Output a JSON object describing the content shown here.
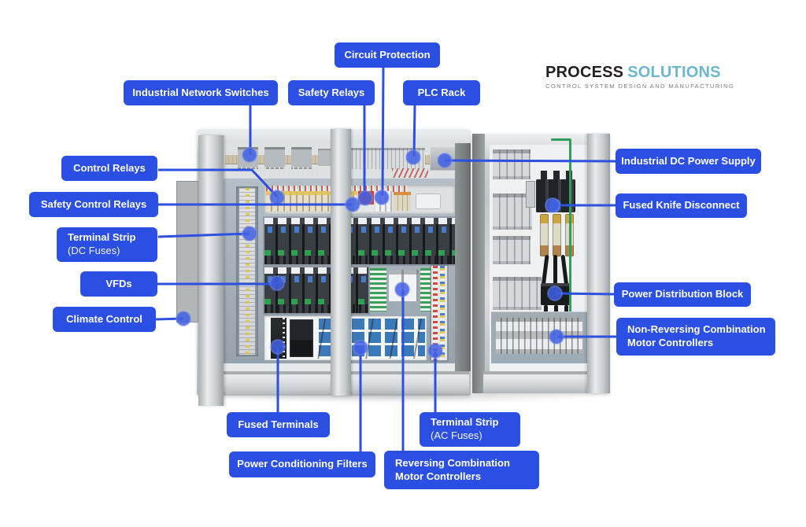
{
  "brand": {
    "name_part1": "PROCESS",
    "name_part2": "SOLUTIONS",
    "tagline": "CONTROL SYSTEM DESIGN AND MANUFACTURING"
  },
  "colors": {
    "label_blue": "#2B4FE2",
    "leader_line_blue": "#2E50E0",
    "dot_blue": "#4160E4",
    "brand_dark": "#231F20",
    "brand_light_blue": "#6CB7CF",
    "tagline_gray": "#7D7F82"
  },
  "labels": {
    "circuit_protection": {
      "text": "Circuit Protection"
    },
    "industrial_network_switches": {
      "text": "Industrial Network Switches"
    },
    "safety_relays": {
      "text": "Safety Relays"
    },
    "plc_rack": {
      "text": "PLC Rack"
    },
    "control_relays": {
      "text": "Control Relays"
    },
    "safety_control_relays": {
      "text": "Safety Control Relays"
    },
    "terminal_strip_dc": {
      "text": "Terminal Strip",
      "subtext": "(DC Fuses)"
    },
    "vfds": {
      "text": "VFDs"
    },
    "climate_control": {
      "text": "Climate Control"
    },
    "industrial_dc_power_supply": {
      "text": "Industrial DC Power Supply"
    },
    "fused_knife_disconnect": {
      "text": "Fused Knife Disconnect"
    },
    "power_distribution_block": {
      "text": "Power Distribution Block"
    },
    "non_reversing_motor_controllers": {
      "text": "Non-Reversing Combination Motor Controllers"
    },
    "fused_terminals": {
      "text": "Fused Terminals"
    },
    "power_conditioning_filters": {
      "text": "Power Conditioning Filters"
    },
    "terminal_strip_ac": {
      "text": "Terminal Strip",
      "subtext": "(AC Fuses)"
    },
    "reversing_motor_controllers": {
      "text": "Reversing Combination Motor Controllers"
    }
  }
}
